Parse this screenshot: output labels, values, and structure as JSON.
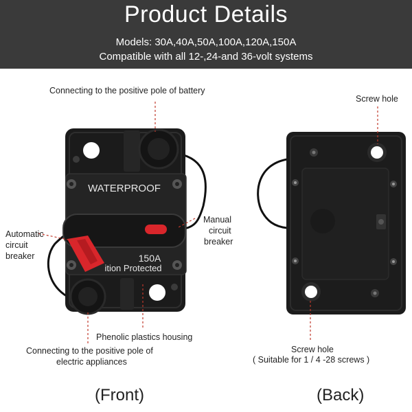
{
  "header": {
    "title": "Product Details",
    "models": "Models: 30A,40A,50A,100A,120A,150A",
    "compat": "Compatible with all 12-,24-and 36-volt systems"
  },
  "front": {
    "caption": "(Front)",
    "device_text": {
      "waterproof": "WATERPROOF",
      "rating": "150A",
      "protected": "ition Protected"
    },
    "callouts": {
      "positive_battery": "Connecting to the positive pole of battery",
      "manual_1": "Manual",
      "manual_2": "circuit",
      "manual_3": "breaker",
      "auto_1": "Automatic",
      "auto_2": "circuit",
      "auto_3": "breaker",
      "housing": "Phenolic plastics housing",
      "appliances_1": "Connecting to the positive pole of",
      "appliances_2": "electric appliances"
    }
  },
  "back": {
    "caption": "(Back)",
    "callouts": {
      "screw_top": "Screw hole",
      "screw_bottom": "Screw hole",
      "screw_note": "( Suitable for 1 / 4 -28 screws )"
    }
  },
  "colors": {
    "banner": "#3a3a3a",
    "device": "#1b1b1b",
    "lever_red": "#d9262b",
    "dash": "#c0392b"
  }
}
